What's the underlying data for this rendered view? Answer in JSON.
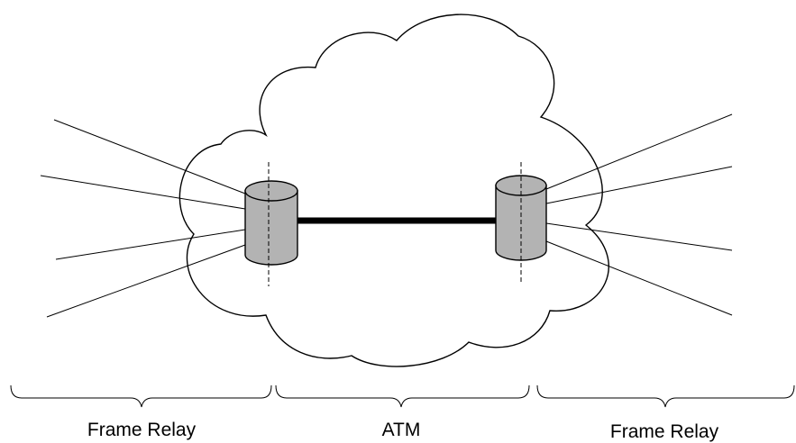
{
  "colors": {
    "line": "#000000",
    "switch_fill": "#b3b3b3",
    "background": "#ffffff"
  },
  "nodes": {
    "left_switch": "cylinder switch",
    "right_switch": "cylinder switch"
  },
  "segments": {
    "left": "Frame Relay",
    "middle": "ATM",
    "right": "Frame Relay"
  }
}
